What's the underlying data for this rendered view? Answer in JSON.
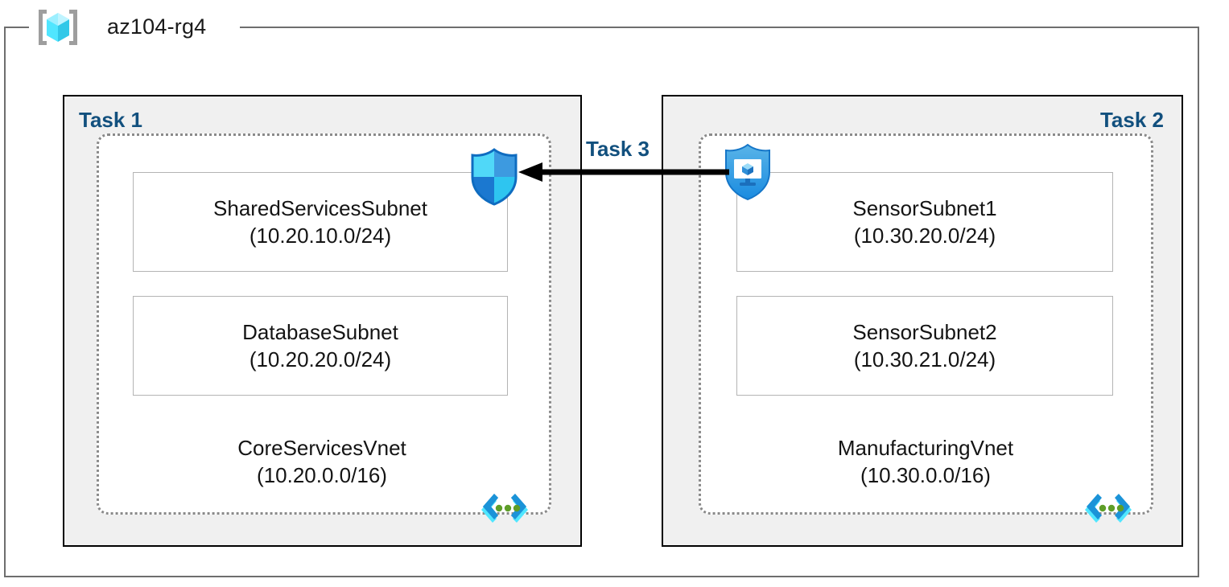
{
  "resource_group": {
    "name": "az104-rg4",
    "icon": "resource-group-cube-icon"
  },
  "tasks": [
    {
      "label": "Task 1",
      "vnet": {
        "name": "CoreServicesVnet",
        "cidr": "(10.20.0.0/16)",
        "icon": "virtual-network-icon"
      },
      "security_icon": "network-security-group-shield-icon",
      "subnets": [
        {
          "name": "SharedServicesSubnet",
          "cidr": "(10.20.10.0/24)"
        },
        {
          "name": "DatabaseSubnet",
          "cidr": "(10.20.20.0/24)"
        }
      ]
    },
    {
      "label": "Task 2",
      "vnet": {
        "name": "ManufacturingVnet",
        "cidr": "(10.30.0.0/16)",
        "icon": "virtual-network-icon"
      },
      "security_icon": "network-watcher-shield-monitor-icon",
      "subnets": [
        {
          "name": "SensorSubnet1",
          "cidr": "(10.30.20.0/24)"
        },
        {
          "name": "SensorSubnet2",
          "cidr": "(10.30.21.0/24)"
        }
      ]
    }
  ],
  "connection": {
    "label": "Task 3",
    "direction": "right-to-left",
    "icon": "peering-arrow-icon"
  },
  "colors": {
    "task_label": "#12507e",
    "panel_fill": "#f0f0f0",
    "panel_border": "#000000",
    "frame_border": "#6e6e6e",
    "vnet_border": "#8a8a8a",
    "subnet_border": "#b4b4b4",
    "azure_blue": "#1e90e0",
    "azure_cyan": "#50e6ff",
    "arrow": "#000000",
    "vnet_dot_green": "#5e9e28"
  }
}
